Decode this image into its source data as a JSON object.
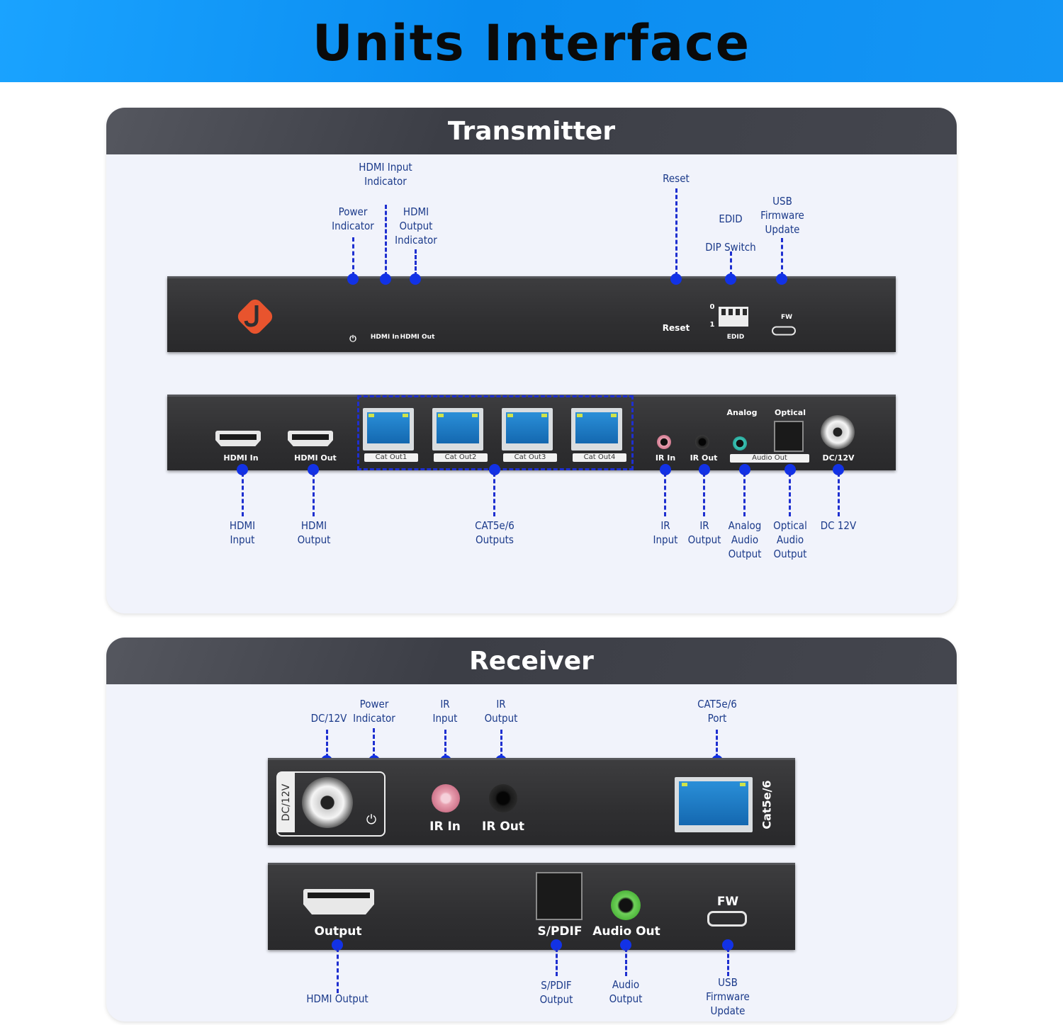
{
  "title": "Units Interface",
  "transmitter": {
    "title": "Transmitter",
    "front_callouts": {
      "power": "Power\nIndicator",
      "hdmi_input": "HDMI Input\nIndicator",
      "hdmi_output": "HDMI\nOutput\nIndicator",
      "reset": "Reset",
      "edid": "EDID\n\nDIP Switch",
      "usb": "USB\nFirmware\nUpdate"
    },
    "front_panel_text": {
      "power_symbol": "⏻",
      "hdmi_in": "HDMI In",
      "hdmi_out": "HDMI Out",
      "reset": "Reset",
      "dip_0": "0",
      "dip_1": "1",
      "edid": "EDID",
      "fw": "FW"
    },
    "rear_panel_text": {
      "hdmi_in": "HDMI In",
      "hdmi_out": "HDMI Out",
      "cat1": "Cat Out1",
      "cat2": "Cat Out2",
      "cat3": "Cat Out3",
      "cat4": "Cat Out4",
      "ir_in": "IR In",
      "ir_out": "IR Out",
      "analog": "Analog",
      "optical": "Optical",
      "audio_out": "Audio Out",
      "dc": "DC/12V"
    },
    "rear_callouts": {
      "hdmi_input": "HDMI\nInput",
      "hdmi_output": "HDMI\nOutput",
      "cat": "CAT5e/6\nOutputs",
      "ir_input": "IR\nInput",
      "ir_output": "IR\nOutput",
      "analog": "Analog\nAudio\nOutput",
      "optical": "Optical\nAudio\nOutput",
      "dc": "DC 12V"
    }
  },
  "receiver": {
    "title": "Receiver",
    "top_callouts": {
      "dc": "DC/12V",
      "power": "Power\nIndicator",
      "ir_input": "IR\nInput",
      "ir_output": "IR\nOutput",
      "cat": "CAT5e/6\nPort"
    },
    "front_panel_text": {
      "dc": "DC/12V",
      "power_symbol": "⏻",
      "ir_in": "IR In",
      "ir_out": "IR Out",
      "cat": "Cat5e/6"
    },
    "rear_panel_text": {
      "output": "Output",
      "spdif": "S/PDIF",
      "audio_out": "Audio Out",
      "fw": "FW"
    },
    "bottom_callouts": {
      "hdmi": "HDMI Output",
      "spdif": "S/PDIF\nOutput",
      "audio": "Audio\nOutput",
      "usb": "USB\nFirmware\nUpdate"
    }
  },
  "colors": {
    "banner": "#0a8cf0",
    "panel_header": "#44464e",
    "callout": "#1232e6",
    "label_text": "#1b3a8a",
    "logo": "#e8542e"
  }
}
